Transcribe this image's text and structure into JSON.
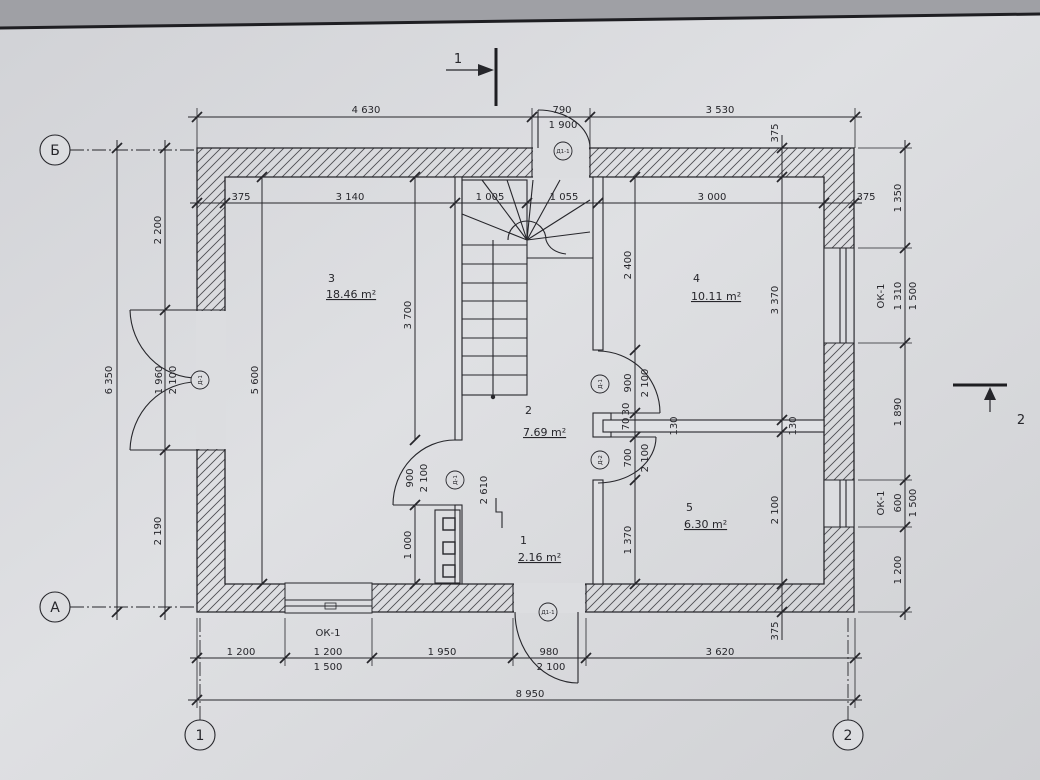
{
  "section_marks": {
    "top": "1",
    "right": "2"
  },
  "axes": {
    "rows": [
      "Б",
      "А"
    ],
    "columns": [
      "1",
      "2"
    ]
  },
  "rooms": [
    {
      "number": "3",
      "area": "18.46 m²"
    },
    {
      "number": "4",
      "area": "10.11 m²"
    },
    {
      "number": "2",
      "area": "7.69 m²"
    },
    {
      "number": "1",
      "area": "2.16 m²"
    },
    {
      "number": "5",
      "area": "6.30 m²"
    }
  ],
  "dims": {
    "top_outer": [
      "4 630",
      "790",
      "3 530"
    ],
    "top_door": "1 900",
    "top_inner": [
      "375",
      "3 140",
      "1 005",
      "1 055",
      "3 000",
      "375"
    ],
    "left": [
      "6 350",
      "2 200",
      "1 960",
      "2 100",
      "2 190"
    ],
    "right": [
      "375",
      "1 350",
      "1 310",
      "1 500",
      "1 890",
      "600",
      "1 500",
      "1 200",
      "375"
    ],
    "room3": [
      "5 600",
      "3 700",
      "1 000",
      "900",
      "2 100"
    ],
    "corridor": "2 610",
    "center": [
      "2 400",
      "900",
      "2 100",
      "30",
      "70",
      "700",
      "2 100",
      "1 370",
      "130"
    ],
    "east": [
      "3 370",
      "130",
      "2 100"
    ],
    "bottom": [
      "1 200",
      "1 200",
      "1 500",
      "1 950",
      "980",
      "2 100",
      "3 620"
    ],
    "overall": "8 950"
  },
  "tags": {
    "door_entry_top": "Д1-1",
    "door_entry_bottom": "Д1-1",
    "door_left": "Д-1",
    "door_room1": "Д-1",
    "door_room4": "Д-1",
    "door_room5": "Д-2",
    "window_bottom": "ОК-1",
    "window_right_upper": "ОК-1",
    "window_right_lower": "ОК-1"
  },
  "colors": {
    "paper": "#dcdde0",
    "ink": "#26262b",
    "hatch": "#4d4d52"
  }
}
